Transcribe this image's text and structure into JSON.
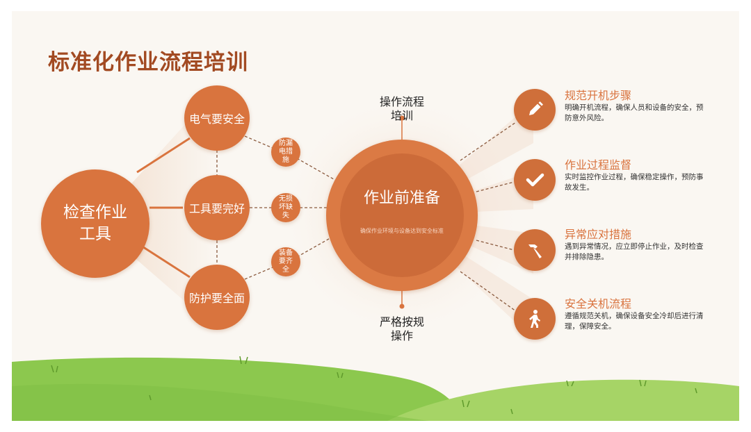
{
  "title": "标准化作业流程培训",
  "left": {
    "main": "检查作业\n工具",
    "items": [
      "电气要安全",
      "工具要完好",
      "防护要全面"
    ],
    "connectors": [
      "防漏\n电措\n施",
      "无损\n坏缺\n失",
      "装备\n要齐\n全"
    ]
  },
  "center": {
    "title": "作业前准备",
    "subtitle": "确保作业环境与设备达到安全标准",
    "top_label": "操作流程\n培训",
    "bottom_label": "严格按规\n操作"
  },
  "steps": [
    {
      "icon": "pencil-icon",
      "title": "规范开机步骤",
      "desc": "明确开机流程，确保人员和设备的安全，预防意外风险。"
    },
    {
      "icon": "checkmark-icon",
      "title": "作业过程监督",
      "desc": "实时监控作业过程，确保稳定操作，预防事故发生。"
    },
    {
      "icon": "hammer-icon",
      "title": "异常应对措施",
      "desc": "遇到异常情况，应立即停止作业，及时检查并排除隐患。"
    },
    {
      "icon": "walking-person-icon",
      "title": "安全关机流程",
      "desc": "遵循规范关机，确保设备安全冷却后进行清理，保障安全。"
    }
  ],
  "colors": {
    "accent": "#d9743e",
    "title": "#a24a22",
    "grass": "#86c448"
  }
}
